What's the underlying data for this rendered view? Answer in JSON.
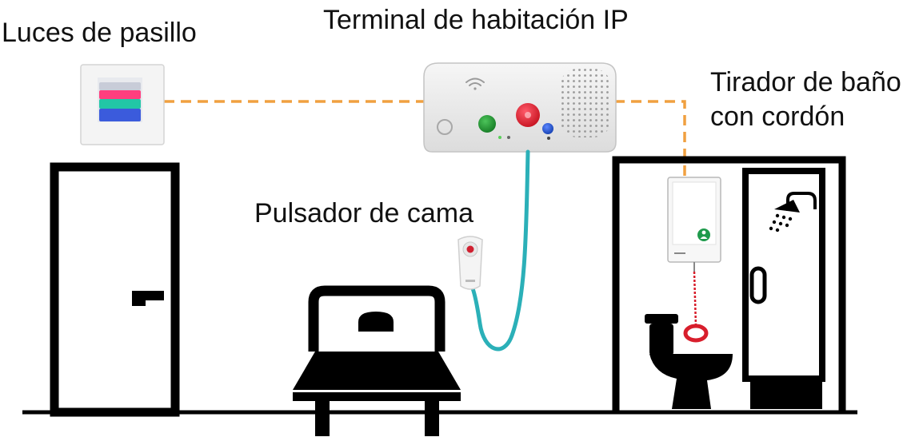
{
  "labels": {
    "hallway_lights": "Luces de pasillo",
    "room_terminal": "Terminal de habitación IP",
    "pull_cord_line1": "Tirador de baño",
    "pull_cord_line2": "con cordón",
    "bed_button": "Pulsador de cama"
  },
  "colors": {
    "connection_line": "#f0a040",
    "cable": "#2bb0b8",
    "outline": "#000000",
    "call_button": "#d81e34",
    "cancel_button": "#1e8a2e",
    "assist_button": "#1c56c8",
    "pull_cord": "#d81e2c"
  },
  "icons": [
    "wifi-icon",
    "shower-icon",
    "person-icon",
    "speaker-grille"
  ]
}
